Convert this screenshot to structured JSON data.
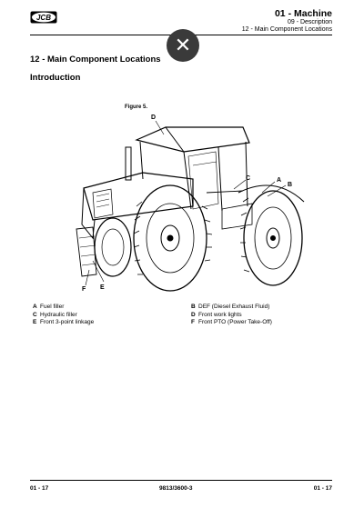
{
  "header": {
    "logo_text": "JCB",
    "section": "01 - Machine",
    "subsection": "09 - Description",
    "topic": "12 - Main Component Locations"
  },
  "overlay": {
    "close_symbol": "✕"
  },
  "headings": {
    "title": "12 - Main Component Locations",
    "intro": "Introduction"
  },
  "figure": {
    "title": "Figure 5.",
    "callouts": [
      "A",
      "B",
      "C",
      "D",
      "E",
      "F"
    ]
  },
  "legend": [
    {
      "key": "A",
      "text": "Fuel filler"
    },
    {
      "key": "B",
      "text": "DEF (Diesel Exhaust Fluid)"
    },
    {
      "key": "C",
      "text": "Hydraulic filler"
    },
    {
      "key": "D",
      "text": "Front work lights"
    },
    {
      "key": "E",
      "text": "Front 3-point linkage"
    },
    {
      "key": "F",
      "text": "Front PTO (Power Take-Off)"
    }
  ],
  "footer": {
    "left": "01 - 17",
    "center": "9813/3600-3",
    "right": "01 - 17"
  }
}
